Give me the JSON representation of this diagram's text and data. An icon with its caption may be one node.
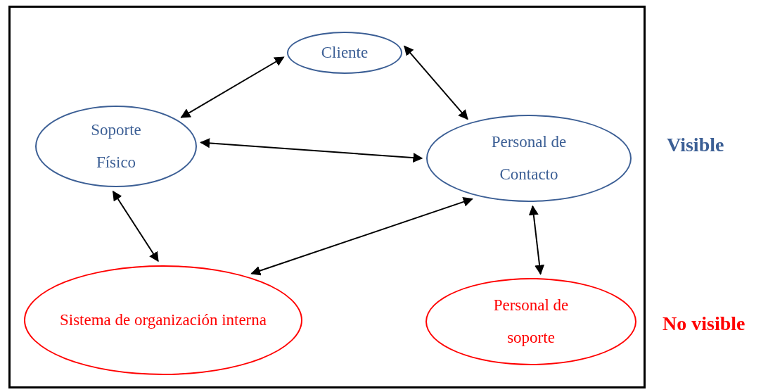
{
  "diagram": {
    "nodes": [
      {
        "text": [
          "Cliente"
        ]
      },
      {
        "text": [
          "Soporte Físico"
        ]
      },
      {
        "text": [
          "Personal de Contacto"
        ]
      },
      {
        "text": [
          "Sistema de organización interna"
        ]
      },
      {
        "text": [
          "Personal de soporte"
        ]
      }
    ],
    "edges": [
      {
        "from": 0,
        "to": 1,
        "arrow": "both"
      },
      {
        "from": 0,
        "to": 2,
        "arrow": "both"
      },
      {
        "from": 1,
        "to": 2,
        "arrow": "both"
      },
      {
        "from": 1,
        "to": 3,
        "arrow": "both"
      },
      {
        "from": 3,
        "to": 2,
        "arrow": "both"
      },
      {
        "from": 2,
        "to": 4,
        "arrow": "both"
      }
    ],
    "labels": [
      "Visible",
      "No visible"
    ]
  }
}
